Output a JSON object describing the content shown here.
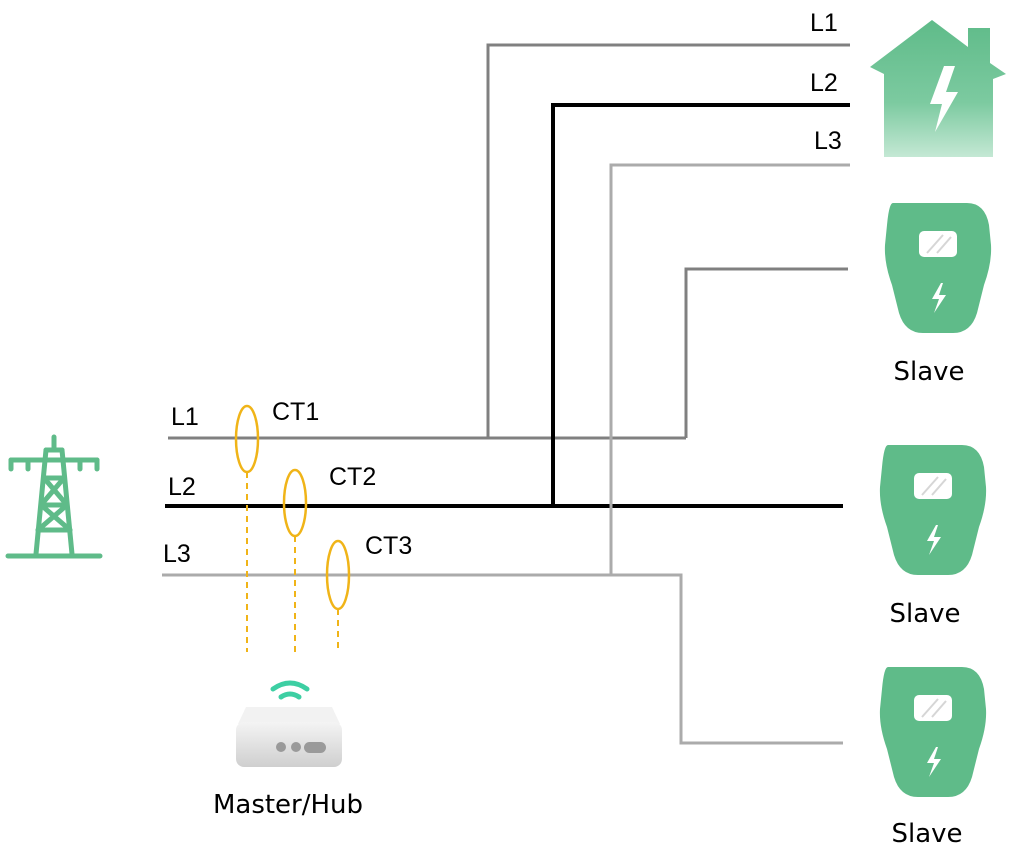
{
  "house_lines": {
    "l1": "L1",
    "l2": "L2",
    "l3": "L3"
  },
  "grid_lines": {
    "l1": "L1",
    "l2": "L2",
    "l3": "L3"
  },
  "cts": {
    "ct1": "CT1",
    "ct2": "CT2",
    "ct3": "CT3"
  },
  "chargers": [
    {
      "label": "Slave"
    },
    {
      "label": "Slave"
    },
    {
      "label": "Slave"
    }
  ],
  "hub": {
    "label": "Master/Hub"
  },
  "icons": {
    "pylon": "power-pylon-icon",
    "house": "house-lightning-icon",
    "charger": "ev-charger-icon",
    "wifi": "wifi-icon",
    "hub": "hub-device-icon"
  },
  "colors": {
    "l1_line": "#808080",
    "l2_line": "#000000",
    "l3_line": "#ababab",
    "ct_ring": "#f0b418",
    "icon_green": "#5fbb89",
    "wifi": "#3dcfa3"
  }
}
